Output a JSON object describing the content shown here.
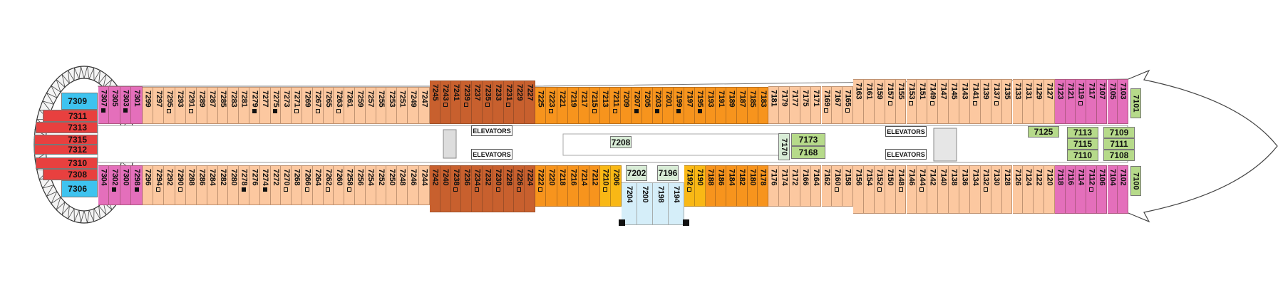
{
  "colors": {
    "pink": "#e46fbb",
    "peach": "#fcc8a0",
    "brown": "#c8602e",
    "orange": "#f7941d",
    "yellow": "#f9b815",
    "lightblue": "#d5eef9",
    "green": "#b6da8a",
    "palegreen": "#d8ecd6",
    "red": "#e8403f",
    "blue": "#3ec3ef"
  },
  "top_row": [
    {
      "color": "pink",
      "cabins": [
        [
          "7307",
          "f"
        ],
        [
          "7305",
          ""
        ],
        [
          "7303",
          "f"
        ],
        [
          "7301",
          ""
        ]
      ]
    },
    {
      "color": "peach",
      "cabins": [
        [
          "7299",
          ""
        ],
        [
          "7297",
          ""
        ],
        [
          "7295",
          "o"
        ],
        [
          "7293",
          ""
        ],
        [
          "7291",
          "o"
        ]
      ]
    },
    {
      "color": "peach",
      "cabins": [
        [
          "7289",
          ""
        ],
        [
          "7287",
          ""
        ],
        [
          "7285",
          ""
        ],
        [
          "7283",
          ""
        ],
        [
          "7281",
          ""
        ],
        [
          "7279",
          "f"
        ],
        [
          "7277",
          ""
        ],
        [
          "7275",
          "f"
        ],
        [
          "7273",
          ""
        ],
        [
          "7271",
          "o"
        ],
        [
          "7269",
          ""
        ],
        [
          "7267",
          "o"
        ],
        [
          "7265",
          ""
        ],
        [
          "7263",
          "o"
        ],
        [
          "7261",
          ""
        ],
        [
          "7259",
          ""
        ],
        [
          "7257",
          ""
        ],
        [
          "7255",
          ""
        ],
        [
          "7253",
          ""
        ],
        [
          "7251",
          ""
        ]
      ]
    },
    {
      "color": "peach",
      "cabins": [
        [
          "7249",
          ""
        ],
        [
          "7247",
          ""
        ]
      ]
    },
    {
      "color": "brown",
      "cabins": [
        [
          "7245",
          ""
        ],
        [
          "7243",
          "o"
        ],
        [
          "7241",
          ""
        ],
        [
          "7239",
          "o"
        ],
        [
          "7237",
          ""
        ],
        [
          "7235",
          "o"
        ],
        [
          "7233",
          ""
        ],
        [
          "7231",
          "o"
        ],
        [
          "7229",
          ""
        ],
        [
          "7227",
          ""
        ]
      ]
    },
    {
      "color": "orange",
      "cabins": [
        [
          "7225",
          ""
        ],
        [
          "7223",
          "o"
        ],
        [
          "7221",
          ""
        ],
        [
          "7219",
          ""
        ]
      ]
    },
    {
      "color": "orange",
      "cabins": [
        [
          "7217",
          ""
        ],
        [
          "7215",
          "o"
        ],
        [
          "7213",
          ""
        ],
        [
          "7211",
          "o"
        ],
        [
          "7209",
          ""
        ],
        [
          "7207",
          "f"
        ],
        [
          "7205",
          ""
        ],
        [
          "7203",
          "f"
        ],
        [
          "7201",
          ""
        ],
        [
          "7199",
          "f"
        ],
        [
          "7197",
          ""
        ],
        [
          "7195",
          "f"
        ],
        [
          "7193",
          ""
        ],
        [
          "7191",
          ""
        ],
        [
          "7189",
          ""
        ],
        [
          "7187",
          ""
        ],
        [
          "7185",
          ""
        ],
        [
          "7183",
          ""
        ]
      ]
    },
    {
      "color": "peach",
      "cabins": [
        [
          "7181",
          ""
        ],
        [
          "7179",
          ""
        ],
        [
          "7177",
          ""
        ],
        [
          "7175",
          ""
        ],
        [
          "7171",
          ""
        ],
        [
          "7169",
          "o"
        ],
        [
          "7167",
          ""
        ],
        [
          "7165",
          "o"
        ]
      ]
    },
    {
      "color": "peach",
      "cabins": [
        [
          "7163",
          ""
        ],
        [
          "7161",
          ""
        ],
        [
          "7159",
          ""
        ],
        [
          "7157",
          "o"
        ],
        [
          "7155",
          ""
        ],
        [
          "7153",
          "o"
        ],
        [
          "7151",
          ""
        ],
        [
          "7149",
          "o"
        ],
        [
          "7147",
          ""
        ],
        [
          "7145",
          ""
        ]
      ]
    },
    {
      "color": "peach",
      "cabins": [
        [
          "7143",
          ""
        ],
        [
          "7141",
          "o"
        ],
        [
          "7139",
          ""
        ],
        [
          "7137",
          "o"
        ],
        [
          "7135",
          ""
        ],
        [
          "7133",
          ""
        ],
        [
          "7131",
          ""
        ],
        [
          "7129",
          ""
        ],
        [
          "7127",
          ""
        ]
      ]
    },
    {
      "color": "pink",
      "cabins": [
        [
          "7123",
          ""
        ],
        [
          "7121",
          ""
        ],
        [
          "7119",
          "o"
        ],
        [
          "7117",
          ""
        ],
        [
          "7107",
          ""
        ],
        [
          "7105",
          ""
        ],
        [
          "7103",
          ""
        ]
      ]
    }
  ],
  "bottom_row": [
    {
      "color": "pink",
      "cabins": [
        [
          "7304",
          ""
        ],
        [
          "7302",
          "f"
        ],
        [
          "7300",
          ""
        ],
        [
          "7298",
          "f"
        ]
      ]
    },
    {
      "color": "peach",
      "cabins": [
        [
          "7296",
          ""
        ],
        [
          "7294",
          "o"
        ],
        [
          "7292",
          ""
        ],
        [
          "7290",
          "o"
        ],
        [
          "7288",
          ""
        ]
      ]
    },
    {
      "color": "peach",
      "cabins": [
        [
          "7286",
          ""
        ],
        [
          "7284",
          ""
        ],
        [
          "7282",
          ""
        ],
        [
          "7280",
          ""
        ],
        [
          "7278",
          "f"
        ],
        [
          "7276",
          ""
        ],
        [
          "7274",
          "f"
        ],
        [
          "7272",
          ""
        ],
        [
          "7270",
          "o"
        ],
        [
          "7268",
          ""
        ],
        [
          "7266",
          "o"
        ],
        [
          "7264",
          ""
        ],
        [
          "7262",
          "o"
        ],
        [
          "7260",
          ""
        ],
        [
          "7258",
          "o"
        ],
        [
          "7256",
          ""
        ],
        [
          "7254",
          ""
        ],
        [
          "7252",
          ""
        ],
        [
          "7250",
          ""
        ],
        [
          "7248",
          ""
        ]
      ]
    },
    {
      "color": "peach",
      "cabins": [
        [
          "7246",
          ""
        ],
        [
          "7244",
          ""
        ]
      ]
    },
    {
      "color": "brown",
      "cabins": [
        [
          "7242",
          ""
        ],
        [
          "7240",
          ""
        ],
        [
          "7238",
          "o"
        ],
        [
          "7236",
          ""
        ],
        [
          "7234",
          "o"
        ],
        [
          "7232",
          ""
        ],
        [
          "7230",
          "o"
        ],
        [
          "7228",
          ""
        ],
        [
          "7226",
          "o"
        ],
        [
          "7224",
          ""
        ]
      ]
    },
    {
      "color": "orange",
      "cabins": [
        [
          "7222",
          "o"
        ],
        [
          "7220",
          ""
        ],
        [
          "7218",
          ""
        ],
        [
          "7216",
          ""
        ]
      ]
    },
    {
      "color": "orange",
      "cabins": [
        [
          "7214",
          ""
        ],
        [
          "7212",
          ""
        ]
      ]
    },
    {
      "color": "yellow",
      "cabins": [
        [
          "7210",
          "o"
        ],
        [
          "7206",
          ""
        ]
      ]
    },
    {
      "color": "lightblue",
      "cabins": [
        [
          "7204",
          ""
        ],
        [
          "7200",
          ""
        ],
        [
          "7198",
          ""
        ],
        [
          "7194",
          ""
        ]
      ]
    },
    {
      "color": "yellow",
      "cabins": [
        [
          "7192",
          "o"
        ],
        [
          "7190",
          ""
        ]
      ]
    },
    {
      "color": "orange",
      "cabins": [
        [
          "7188",
          ""
        ],
        [
          "7186",
          ""
        ],
        [
          "7184",
          ""
        ],
        [
          "7182",
          ""
        ],
        [
          "7180",
          ""
        ],
        [
          "7178",
          ""
        ]
      ]
    },
    {
      "color": "peach",
      "cabins": [
        [
          "7176",
          ""
        ],
        [
          "7174",
          ""
        ],
        [
          "7172",
          ""
        ],
        [
          "7166",
          ""
        ],
        [
          "7164",
          ""
        ],
        [
          "7162",
          ""
        ],
        [
          "7160",
          "o"
        ],
        [
          "7158",
          ""
        ]
      ]
    },
    {
      "color": "peach",
      "cabins": [
        [
          "7156",
          ""
        ],
        [
          "7154",
          ""
        ],
        [
          "7152",
          "o"
        ],
        [
          "7150",
          ""
        ],
        [
          "7148",
          "o"
        ],
        [
          "7146",
          ""
        ],
        [
          "7144",
          "o"
        ],
        [
          "7142",
          ""
        ],
        [
          "7140",
          ""
        ],
        [
          "7138",
          ""
        ]
      ]
    },
    {
      "color": "peach",
      "cabins": [
        [
          "7136",
          ""
        ],
        [
          "7134",
          ""
        ],
        [
          "7132",
          "o"
        ],
        [
          "7130",
          ""
        ],
        [
          "7128",
          ""
        ],
        [
          "7126",
          ""
        ],
        [
          "7124",
          ""
        ],
        [
          "7122",
          ""
        ],
        [
          "7120",
          ""
        ]
      ]
    },
    {
      "color": "pink",
      "cabins": [
        [
          "7118",
          ""
        ],
        [
          "7116",
          ""
        ],
        [
          "7114",
          ""
        ],
        [
          "7112",
          "o"
        ],
        [
          "7106",
          ""
        ],
        [
          "7104",
          ""
        ],
        [
          "7102",
          ""
        ]
      ]
    }
  ],
  "other_cabins": [
    {
      "n": "7309",
      "color": "blue"
    },
    {
      "n": "7311",
      "color": "red"
    },
    {
      "n": "7313",
      "color": "red"
    },
    {
      "n": "7315",
      "color": "red"
    },
    {
      "n": "7312",
      "color": "red"
    },
    {
      "n": "7310",
      "color": "red"
    },
    {
      "n": "7308",
      "color": "red"
    },
    {
      "n": "7306",
      "color": "blue"
    },
    {
      "n": "7208",
      "color": "palegreen"
    },
    {
      "n": "7202",
      "color": "palegreen"
    },
    {
      "n": "7196",
      "color": "palegreen"
    },
    {
      "n": "7170",
      "color": "palegreen"
    },
    {
      "n": "7173",
      "color": "green"
    },
    {
      "n": "7168",
      "color": "green"
    },
    {
      "n": "7125",
      "color": "green"
    },
    {
      "n": "7113",
      "color": "green"
    },
    {
      "n": "7109",
      "color": "green"
    },
    {
      "n": "7115",
      "color": "green"
    },
    {
      "n": "7111",
      "color": "green"
    },
    {
      "n": "7110",
      "color": "green"
    },
    {
      "n": "7108",
      "color": "green"
    },
    {
      "n": "7101",
      "color": "green"
    },
    {
      "n": "7100",
      "color": "green"
    }
  ],
  "elevators": [
    "ELEVATORS",
    "ELEVATORS",
    "ELEVATORS",
    "ELEVATORS"
  ]
}
